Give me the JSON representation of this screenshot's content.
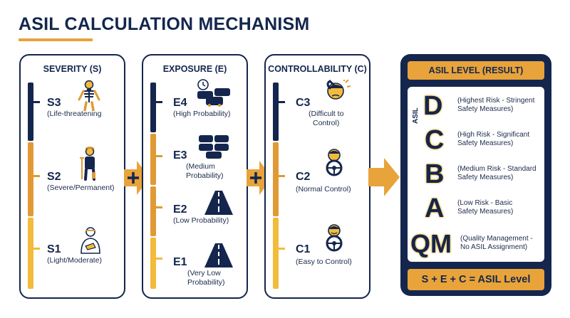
{
  "title": "ASIL CALCULATION MECHANISM",
  "severity": {
    "title": "SEVERITY (S)",
    "levels": [
      {
        "code": "S3",
        "desc": "(Life-threatening"
      },
      {
        "code": "S2",
        "desc": "(Severe/Permanent)"
      },
      {
        "code": "S1",
        "desc": "(Light/Moderate)"
      }
    ]
  },
  "exposure": {
    "title": "EXPOSURE (E)",
    "levels": [
      {
        "code": "E4",
        "desc": "(High Probability)"
      },
      {
        "code": "E3",
        "desc1": "(Medium",
        "desc2": "Probability)"
      },
      {
        "code": "E2",
        "desc": "(Low Probability)"
      },
      {
        "code": "E1",
        "desc1": "(Very Low",
        "desc2": "Probability)"
      }
    ]
  },
  "controllability": {
    "title": "CONTROLLABILITY (C)",
    "levels": [
      {
        "code": "C3",
        "desc1": "(Difficult to",
        "desc2": "Control)"
      },
      {
        "code": "C2",
        "desc": "(Normal Control)"
      },
      {
        "code": "C1",
        "desc": "(Easy to Control)"
      }
    ]
  },
  "operators": {
    "plus": "+"
  },
  "asil": {
    "header": "ASIL LEVEL (RESULT)",
    "vertical_label": "ASIL",
    "levels": [
      {
        "letter": "D",
        "desc1": "(Highest Risk - Stringent",
        "desc2": "Safety Measures)"
      },
      {
        "letter": "C",
        "desc1": "(High Risk - Significant",
        "desc2": "Safety Measures)"
      },
      {
        "letter": "B",
        "desc1": "(Medium Risk - Standard",
        "desc2": "Safety Measures)"
      },
      {
        "letter": "A",
        "desc1": "(Low Risk - Basic",
        "desc2": "Safety Measures)"
      },
      {
        "letter": "QM",
        "desc1": "(Quality Management -",
        "desc2": "No ASIL Assignment)"
      }
    ],
    "formula": "S + E + C = ASIL Level"
  },
  "colors": {
    "navy": "#14264d",
    "orange": "#e09a35",
    "yellow": "#f2bb3b",
    "accent": "#e8a33a"
  }
}
